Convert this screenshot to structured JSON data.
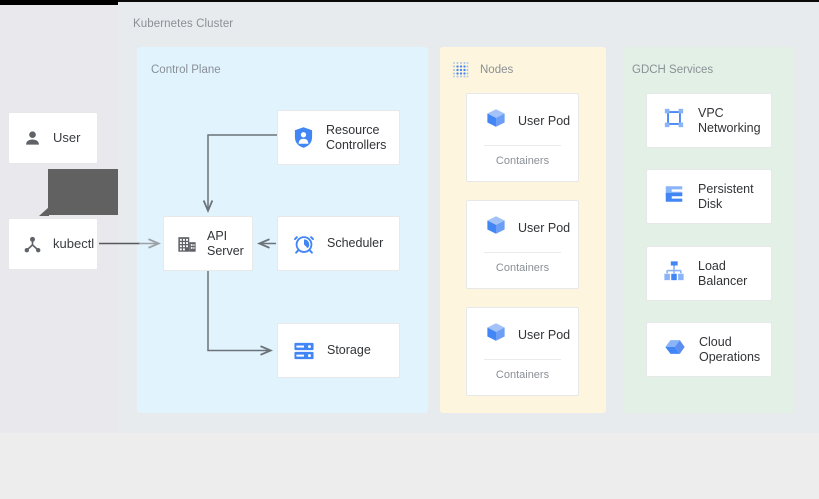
{
  "diagram": {
    "cluster_title": "Kubernetes Cluster",
    "panels": {
      "control_plane": {
        "label": "Control Plane",
        "color": "#e1f3fd"
      },
      "nodes": {
        "label": "Nodes",
        "color": "#fdf5dd",
        "icon": "dotted-grid-icon"
      },
      "gdch": {
        "label": "GDCH Services",
        "color": "#e3f0e6"
      }
    }
  },
  "actors": [
    {
      "id": "user",
      "label": "User",
      "icon": "person-icon"
    },
    {
      "id": "kubectl",
      "label": "kubectl",
      "icon": "node-tree-icon"
    }
  ],
  "control_plane_components": [
    {
      "id": "resource-controllers",
      "label": "Resource\nControllers",
      "line1": "Resource",
      "line2": "Controllers",
      "icon": "shield-person-icon"
    },
    {
      "id": "api-server",
      "line1": "API",
      "line2": "Server",
      "icon": "building-grid-icon"
    },
    {
      "id": "scheduler",
      "line1": "Scheduler",
      "line2": "",
      "icon": "alarm-clock-icon"
    },
    {
      "id": "storage",
      "line1": "Storage",
      "line2": "",
      "icon": "server-rack-icon"
    }
  ],
  "pods": [
    {
      "id": "pod-1",
      "label": "User Pod",
      "footer": "Containers",
      "icon": "cube-icon"
    },
    {
      "id": "pod-2",
      "label": "User Pod",
      "footer": "Containers",
      "icon": "cube-icon"
    },
    {
      "id": "pod-3",
      "label": "User Pod",
      "footer": "Containers",
      "icon": "cube-icon"
    }
  ],
  "gdch_services": [
    {
      "id": "vpc-networking",
      "line1": "VPC",
      "line2": "Networking",
      "icon": "vpc-network-icon"
    },
    {
      "id": "persistent-disk",
      "line1": "Persistent",
      "line2": "Disk",
      "icon": "persistent-disk-icon"
    },
    {
      "id": "load-balancer",
      "line1": "Load",
      "line2": "Balancer",
      "icon": "load-balancer-icon"
    },
    {
      "id": "cloud-operations",
      "line1": "Cloud",
      "line2": "Operations",
      "icon": "cloud-operations-icon"
    }
  ],
  "colors": {
    "accent_blue": "#4285f4",
    "icon_light_blue": "#8ab4f8",
    "arrow_gray": "#6b7278",
    "text_dark": "#313336",
    "text_muted": "#8a9097",
    "tooltip_gray": "#616161"
  }
}
